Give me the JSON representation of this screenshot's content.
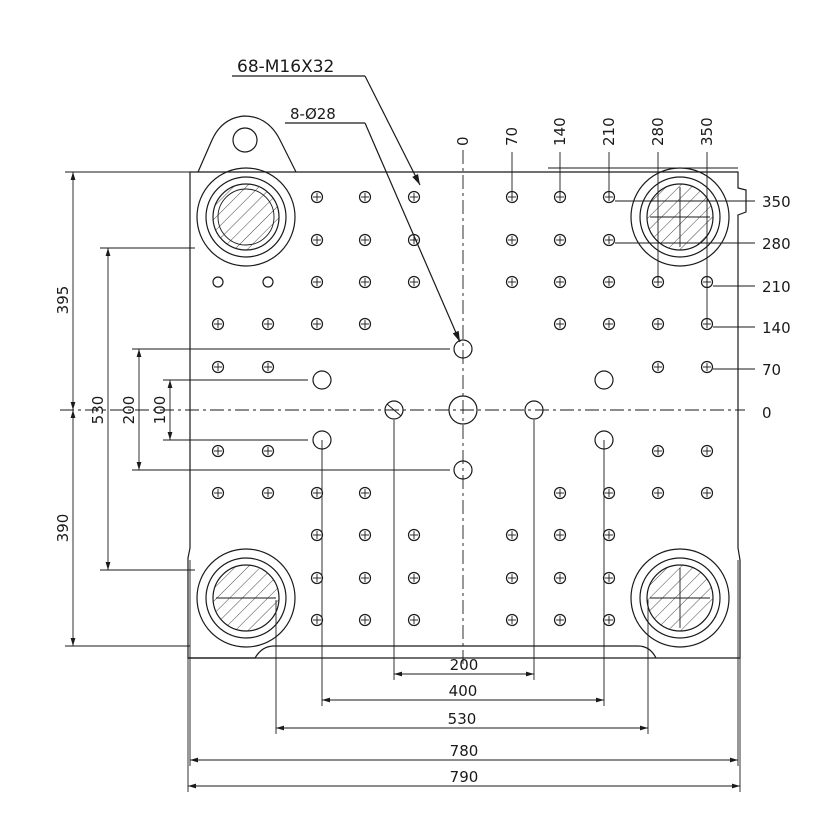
{
  "callouts": {
    "tapped_holes": "68-M16X32",
    "through_holes": "8-Ø28"
  },
  "top_ruler": [
    "0",
    "70",
    "140",
    "210",
    "280",
    "350"
  ],
  "right_ruler": [
    "350",
    "280",
    "210",
    "140",
    "70",
    "0"
  ],
  "left_dims": {
    "upper_half": "395",
    "lower_half": "390",
    "tie_bar_span": "530",
    "inner_span": "200",
    "small_span": "100"
  },
  "bottom_dims": [
    "200",
    "400",
    "530",
    "780",
    "790"
  ]
}
